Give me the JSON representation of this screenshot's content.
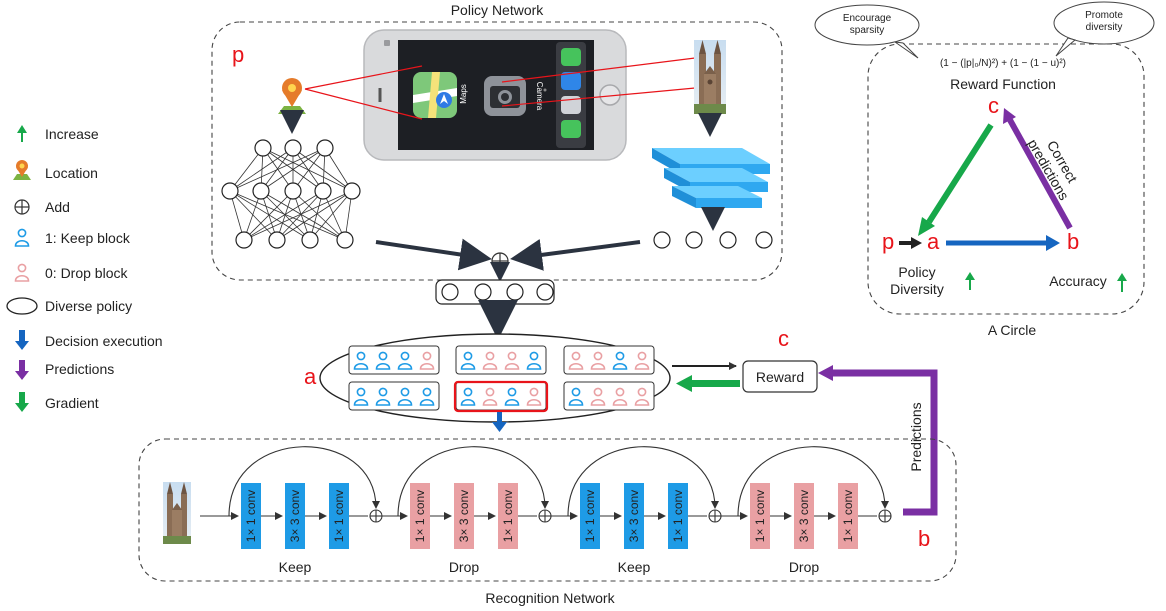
{
  "titles": {
    "policy": "Policy Network",
    "recognition": "Recognition Network",
    "reward_function": "Reward Function",
    "circle": "A Circle"
  },
  "legend": [
    {
      "icon": "green-up-arrow-icon",
      "label": "Increase"
    },
    {
      "icon": "location-pin-icon",
      "label": "Location"
    },
    {
      "icon": "add-circle-icon",
      "label": "Add"
    },
    {
      "icon": "blue-person-icon",
      "label": "1: Keep block"
    },
    {
      "icon": "pink-person-icon",
      "label": "0: Drop block"
    },
    {
      "icon": "ellipse-icon",
      "label": "Diverse policy"
    },
    {
      "icon": "blue-down-arrow-icon",
      "label": "Decision execution"
    },
    {
      "icon": "purple-down-arrow-icon",
      "label": "Predictions"
    },
    {
      "icon": "green-down-arrow-icon",
      "label": "Gradient"
    }
  ],
  "letters": {
    "p": "p",
    "a": "a",
    "b": "b",
    "c": "c"
  },
  "phone": {
    "app_maps": "Maps",
    "app_camera": "Camera"
  },
  "bubbles": {
    "sparsity": "Encourage\nsparsity",
    "diversity": "Promote\ndiversity"
  },
  "reward_formula": "(1 − (|p|₀/N)²) + (1 − (1 − u)²)",
  "reward_label": "Reward",
  "cycle": {
    "correct_predictions": "Correct\npredictions",
    "policy_diversity": "Policy\nDiversity",
    "accuracy": "Accuracy"
  },
  "predictions_label": "Predictions",
  "blocks": [
    {
      "label": "Keep",
      "convs": [
        "1× 1 conv",
        "3× 3 conv",
        "1× 1 conv"
      ]
    },
    {
      "label": "Drop",
      "convs": [
        "1× 1 conv",
        "3× 3 conv",
        "1× 1 conv"
      ]
    },
    {
      "label": "Keep",
      "convs": [
        "1× 1 conv",
        "3× 3 conv",
        "1× 1 conv"
      ]
    },
    {
      "label": "Drop",
      "convs": [
        "1× 1 conv",
        "3× 3 conv",
        "1× 1 conv"
      ]
    }
  ],
  "policy_rows": [
    [
      [
        1,
        1,
        1,
        0
      ],
      [
        1,
        0,
        0,
        1
      ],
      [
        0,
        0,
        1,
        0
      ]
    ],
    [
      [
        1,
        1,
        1,
        1
      ],
      [
        1,
        0,
        1,
        0
      ],
      [
        1,
        0,
        0,
        0
      ]
    ]
  ],
  "colors": {
    "keep": "#1e9be6",
    "drop": "#e9a0a3",
    "blue_arrow": "#1565c0",
    "purple": "#7a2fa3",
    "green": "#17a84a",
    "red": "#e8141a",
    "dark_arrow": "#2b3340"
  }
}
